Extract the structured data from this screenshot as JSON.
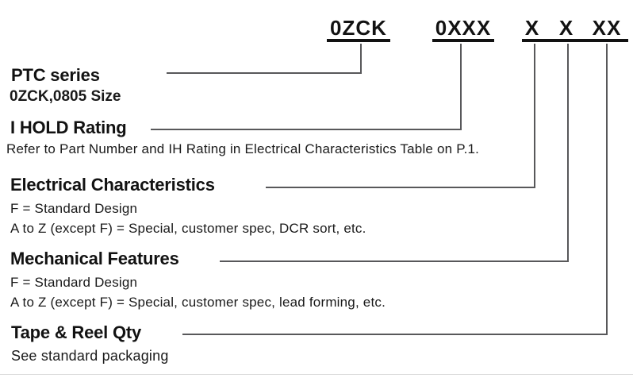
{
  "part_code": {
    "series": "0ZCK",
    "ihold_rating": "0XXX",
    "electrical": "X",
    "mechanical": "X",
    "tape_reel": "XX"
  },
  "sections": [
    {
      "title": "PTC series",
      "lines": [
        "0ZCK,0805 Size"
      ]
    },
    {
      "title": "I HOLD Rating",
      "lines": [
        "Refer to Part Number and IH Rating in Electrical Characteristics Table on P.1."
      ]
    },
    {
      "title": "Electrical Characteristics",
      "lines": [
        "F = Standard Design",
        "A to Z (except F) = Special, customer spec, DCR sort, etc."
      ]
    },
    {
      "title": "Mechanical Features",
      "lines": [
        "F = Standard Design",
        "A to Z (except F) = Special, customer spec, lead forming, etc."
      ]
    },
    {
      "title": "Tape & Reel Qty",
      "lines": [
        "See standard packaging"
      ]
    }
  ],
  "colors": {
    "text": "#121212",
    "code_underline": "#121212",
    "connector_line": "#58585a",
    "background": "#ffffff",
    "bottom_rule": "#dcdcdc"
  }
}
